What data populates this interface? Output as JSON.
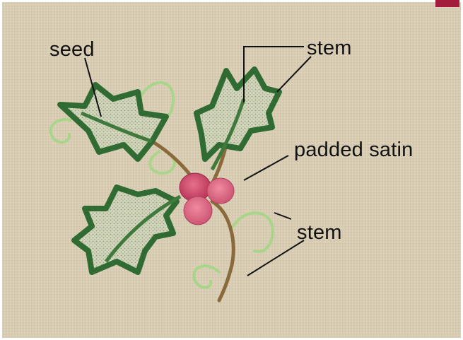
{
  "labels": {
    "seed": "seed",
    "stem_top": "stem",
    "padded_satin": "padded satin",
    "stem_bottom": "stem"
  },
  "colors": {
    "fabric": "#d8ccb2",
    "leaf_outline": "#2f6b33",
    "leaf_fill": "#cfd2b8",
    "tendril": "#a9d58a",
    "berry": "#c8486a",
    "stem": "#8a6a3a",
    "pointer_line": "#111111",
    "badge": "#a31c3c"
  }
}
